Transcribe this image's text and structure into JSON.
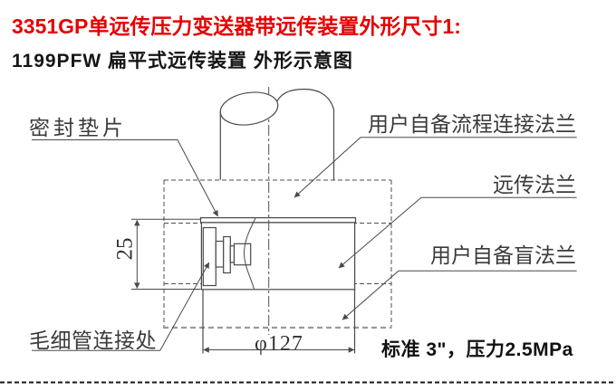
{
  "title": {
    "text": "3351GP单远传压力变送器带远传装置外形尺寸1:",
    "color": "#e60000"
  },
  "subtitle": {
    "text": "1199PFW 扁平式远传装置 外形示意图"
  },
  "diagram": {
    "line_color": "#494949",
    "labels": {
      "seal_gasket": "密封垫片",
      "process_flange": "用户自备流程连接法兰",
      "remote_flange": "远传法兰",
      "blind_flange": "用户自备盲法兰",
      "capillary": "毛细管连接处"
    },
    "dimensions": {
      "height": "25",
      "diameter": "φ127"
    },
    "note": "标准 3\"，压力2.5MPa"
  }
}
